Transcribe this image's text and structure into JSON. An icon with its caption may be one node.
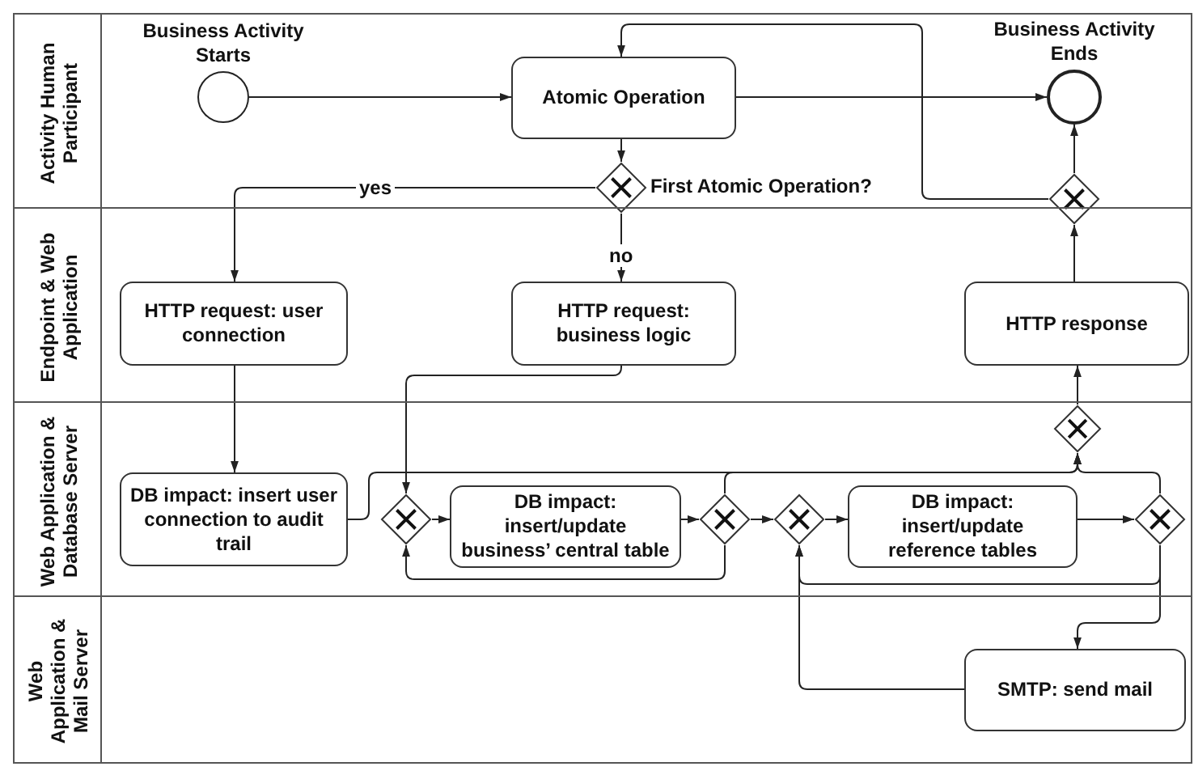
{
  "diagram": {
    "nodes": [
      {
        "text": [
          "Activity Human Participant"
        ]
      },
      {
        "text": [
          "Endpoint & Web Application"
        ]
      },
      {
        "text": [
          "Web Application & Database Server"
        ]
      },
      {
        "text": [
          "Web Application & Mail Server"
        ]
      },
      {
        "text": [
          "Business Activity Starts"
        ],
        "in": 0
      },
      {
        "text": [
          "Atomic Operation"
        ],
        "in": 0
      },
      {
        "text": [],
        "shape": "diamond",
        "in": 0,
        "beside": [
          "First Atomic Operation?"
        ]
      },
      {
        "text": [
          "Business Activity Ends"
        ],
        "in": 0
      },
      {
        "text": [],
        "shape": "diamond",
        "in": 0
      },
      {
        "text": [
          "HTTP request: user connection"
        ],
        "in": 1
      },
      {
        "text": [
          "HTTP request: business logic"
        ],
        "in": 1
      },
      {
        "text": [
          "HTTP response"
        ],
        "in": 1
      },
      {
        "text": [],
        "shape": "diamond",
        "in": 2
      },
      {
        "text": [
          "DB impact: insert user connection to audit trail"
        ],
        "in": 2
      },
      {
        "text": [],
        "shape": "diamond",
        "in": 2
      },
      {
        "text": [
          "DB impact: insert/update business’ central table"
        ],
        "in": 2
      },
      {
        "text": [],
        "shape": "diamond",
        "in": 2
      },
      {
        "text": [],
        "shape": "diamond",
        "in": 2
      },
      {
        "text": [
          "DB impact: insert/update reference tables"
        ],
        "in": 2
      },
      {
        "text": [],
        "shape": "diamond",
        "in": 2
      },
      {
        "text": [
          "SMTP: send mail"
        ],
        "in": 3
      }
    ],
    "edges": [
      {
        "from": 4,
        "to": 5,
        "arrow": "to"
      },
      {
        "from": 5,
        "to": 7,
        "arrow": "to"
      },
      {
        "from": 5,
        "to": 6,
        "arrow": "to"
      },
      {
        "from": 6,
        "to": 9,
        "arrow": "to",
        "label": "yes"
      },
      {
        "from": 6,
        "to": 10,
        "arrow": "to",
        "label": "no"
      },
      {
        "from": 8,
        "to": 7,
        "arrow": "to"
      },
      {
        "from": 8,
        "to": 5,
        "arrow": "to"
      },
      {
        "from": 11,
        "to": 8,
        "arrow": "to"
      },
      {
        "from": 12,
        "to": 11,
        "arrow": "to"
      },
      {
        "from": 9,
        "to": 13,
        "arrow": "to"
      },
      {
        "from": 10,
        "to": 14,
        "arrow": "to"
      },
      {
        "from": 13,
        "to": 12,
        "arrow": "to"
      },
      {
        "from": 14,
        "to": 15,
        "arrow": "to"
      },
      {
        "from": 15,
        "to": 16,
        "arrow": "to"
      },
      {
        "from": 16,
        "to": 17,
        "arrow": "to"
      },
      {
        "from": 17,
        "to": 18,
        "arrow": "to"
      },
      {
        "from": 18,
        "to": 19,
        "arrow": "to"
      },
      {
        "from": 16,
        "to": 14,
        "arrow": "to"
      },
      {
        "from": 16,
        "to": 12,
        "arrow": "to"
      },
      {
        "from": 19,
        "to": 12,
        "arrow": "to"
      },
      {
        "from": 19,
        "to": 17,
        "arrow": "to"
      },
      {
        "from": 19,
        "to": 20,
        "arrow": "to"
      },
      {
        "from": 20,
        "to": 17,
        "arrow": "to"
      }
    ]
  }
}
